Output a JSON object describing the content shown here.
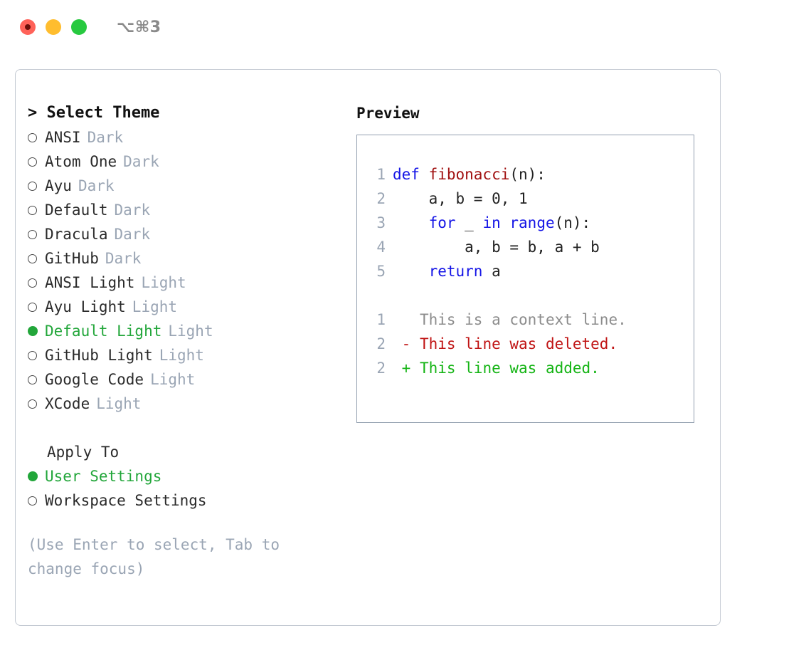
{
  "titlebar": {
    "shortcut": "⌥⌘3",
    "buttons": [
      {
        "name": "close",
        "color": "#ff6259"
      },
      {
        "name": "minimize",
        "color": "#ffbd2e"
      },
      {
        "name": "maximize",
        "color": "#27c93f"
      }
    ]
  },
  "theme_list": {
    "heading": "> Select Theme",
    "items": [
      {
        "name": "ANSI",
        "badge": "Dark",
        "selected": false
      },
      {
        "name": "Atom One",
        "badge": "Dark",
        "selected": false
      },
      {
        "name": "Ayu",
        "badge": "Dark",
        "selected": false
      },
      {
        "name": "Default",
        "badge": "Dark",
        "selected": false
      },
      {
        "name": "Dracula",
        "badge": "Dark",
        "selected": false
      },
      {
        "name": "GitHub",
        "badge": "Dark",
        "selected": false
      },
      {
        "name": "ANSI Light",
        "badge": "Light",
        "selected": false
      },
      {
        "name": "Ayu Light",
        "badge": "Light",
        "selected": false
      },
      {
        "name": "Default Light",
        "badge": "Light",
        "selected": true
      },
      {
        "name": "GitHub Light",
        "badge": "Light",
        "selected": false
      },
      {
        "name": "Google Code",
        "badge": "Light",
        "selected": false
      },
      {
        "name": "XCode",
        "badge": "Light",
        "selected": false
      }
    ]
  },
  "apply_to": {
    "label": "Apply To",
    "options": [
      {
        "name": "User Settings",
        "selected": true
      },
      {
        "name": "Workspace Settings",
        "selected": false
      }
    ]
  },
  "hint": "(Use Enter to select, Tab to change focus)",
  "preview": {
    "heading": "Preview",
    "code_lines": [
      {
        "num": "1",
        "tokens": [
          {
            "text": "def ",
            "type": "kw"
          },
          {
            "text": "fibonacci",
            "type": "fn"
          },
          {
            "text": "(n):",
            "type": "punct"
          }
        ]
      },
      {
        "num": "2",
        "tokens": [
          {
            "text": "    a, b = 0, 1",
            "type": "plain"
          }
        ]
      },
      {
        "num": "3",
        "tokens": [
          {
            "text": "    ",
            "type": "plain"
          },
          {
            "text": "for ",
            "type": "kw"
          },
          {
            "text": "_ ",
            "type": "plain"
          },
          {
            "text": "in ",
            "type": "kw"
          },
          {
            "text": "range",
            "type": "kw"
          },
          {
            "text": "(n):",
            "type": "punct"
          }
        ]
      },
      {
        "num": "4",
        "tokens": [
          {
            "text": "        a, b = b, a + b",
            "type": "plain"
          }
        ]
      },
      {
        "num": "5",
        "tokens": [
          {
            "text": "    ",
            "type": "plain"
          },
          {
            "text": "return ",
            "type": "kw"
          },
          {
            "text": "a",
            "type": "plain"
          }
        ]
      }
    ],
    "diff_lines": [
      {
        "num": "1",
        "marker": " ",
        "text": " This is a context line.",
        "type": "ctx"
      },
      {
        "num": "2",
        "marker": "-",
        "text": " This line was deleted.",
        "type": "del"
      },
      {
        "num": "2",
        "marker": "+",
        "text": " This line was added.",
        "type": "add"
      }
    ]
  },
  "colors": {
    "accent_green": "#22a63a",
    "muted": "#9aa5b4",
    "keyword_blue": "#1414e6",
    "function_red": "#a01010",
    "diff_delete": "#c01414",
    "diff_add": "#14b414",
    "border": "#c3c9d2"
  }
}
